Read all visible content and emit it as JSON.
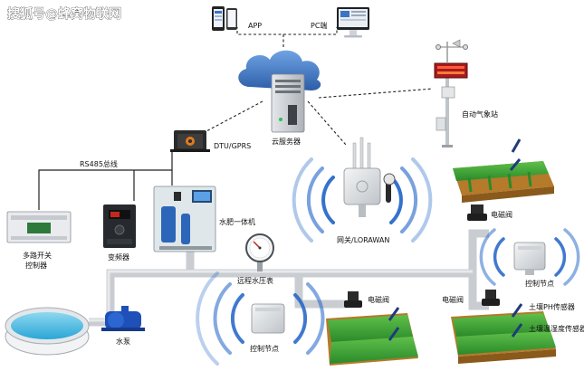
{
  "watermark": "搜狐号@蜂窝物联网",
  "labels": {
    "app": "APP",
    "pc": "PC端",
    "cloud": "云服务器",
    "weather": "自动气象站",
    "dtu": "DTU/GPRS",
    "rs485": "RS485总线",
    "gateway": "网关/LORAWAN",
    "fertilizer": "水肥一体机",
    "switch_controller": "多路开关\n控制器",
    "inverter": "变频器",
    "pressure_gauge": "远程水压表",
    "pump": "水泵",
    "valve_top": "电磁阀",
    "valve_mid": "电磁阀",
    "valve_right": "电磁阀",
    "node_left": "控制节点",
    "node_right": "控制节点",
    "soil_ph": "土壤PH传感器",
    "soil_temp_humidity": "土壤温湿度传感器"
  },
  "colors": {
    "pipe": "#c9cdd1",
    "water": "#57c3e6",
    "signal_wave": "#1e63c7",
    "field_green": "#2f9a2f",
    "soil": "#b57a2a",
    "pump_blue": "#1f4fb8",
    "cloud_blue": "#3b74c4"
  },
  "icons": {
    "phone": "smartphone-icon",
    "monitor": "desktop-monitor-icon",
    "cloud_server": "cloud-server-icon",
    "weather_station": "weather-station-icon",
    "dtu": "dtu-device-icon",
    "gateway": "lorawan-gateway-icon",
    "sensor": "soil-sensor-icon",
    "valve": "solenoid-valve-icon"
  }
}
